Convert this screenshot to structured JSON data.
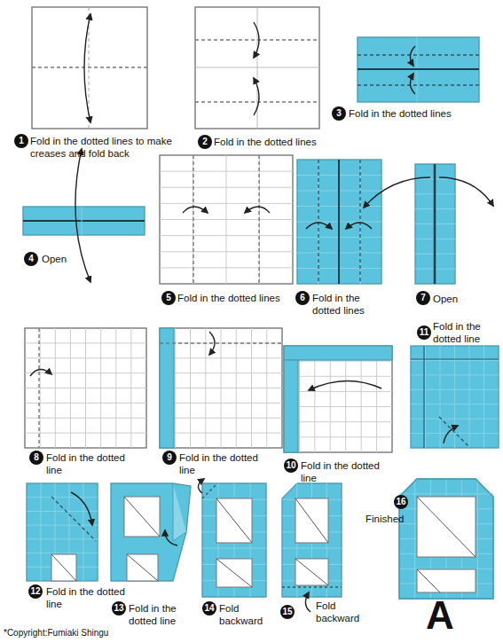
{
  "diagram": {
    "nodes": [
      {
        "text": [
          "1"
        ]
      },
      {
        "text": [
          "2"
        ]
      },
      {
        "text": [
          "3"
        ]
      },
      {
        "text": [
          "4"
        ]
      },
      {
        "text": [
          "5"
        ]
      },
      {
        "text": [
          "6"
        ]
      },
      {
        "text": [
          "7"
        ]
      },
      {
        "text": [
          "8"
        ]
      },
      {
        "text": [
          "9"
        ]
      },
      {
        "text": [
          "10"
        ]
      },
      {
        "text": [
          "11"
        ]
      },
      {
        "text": [
          "12"
        ]
      },
      {
        "text": [
          "13"
        ]
      },
      {
        "text": [
          "14"
        ]
      },
      {
        "text": [
          "15"
        ]
      },
      {
        "text": [
          "16"
        ]
      }
    ],
    "edges": [],
    "labels": [
      "Fold in the dotted lines to make creases and fold back",
      "Fold in the dotted lines",
      "Fold in the dotted lines",
      "Open",
      "Fold in the dotted lines",
      "Fold in the dotted lines",
      "Open",
      "Fold in the dotted line",
      "Fold in the dotted line",
      "Fold in the dotted line",
      "Fold in the dotted line",
      "Fold in the dotted line",
      "Fold in the dotted line",
      "Fold backward",
      "Fold backward",
      "Finished",
      "A",
      "*Copyright:Fumiaki Shingu"
    ]
  }
}
